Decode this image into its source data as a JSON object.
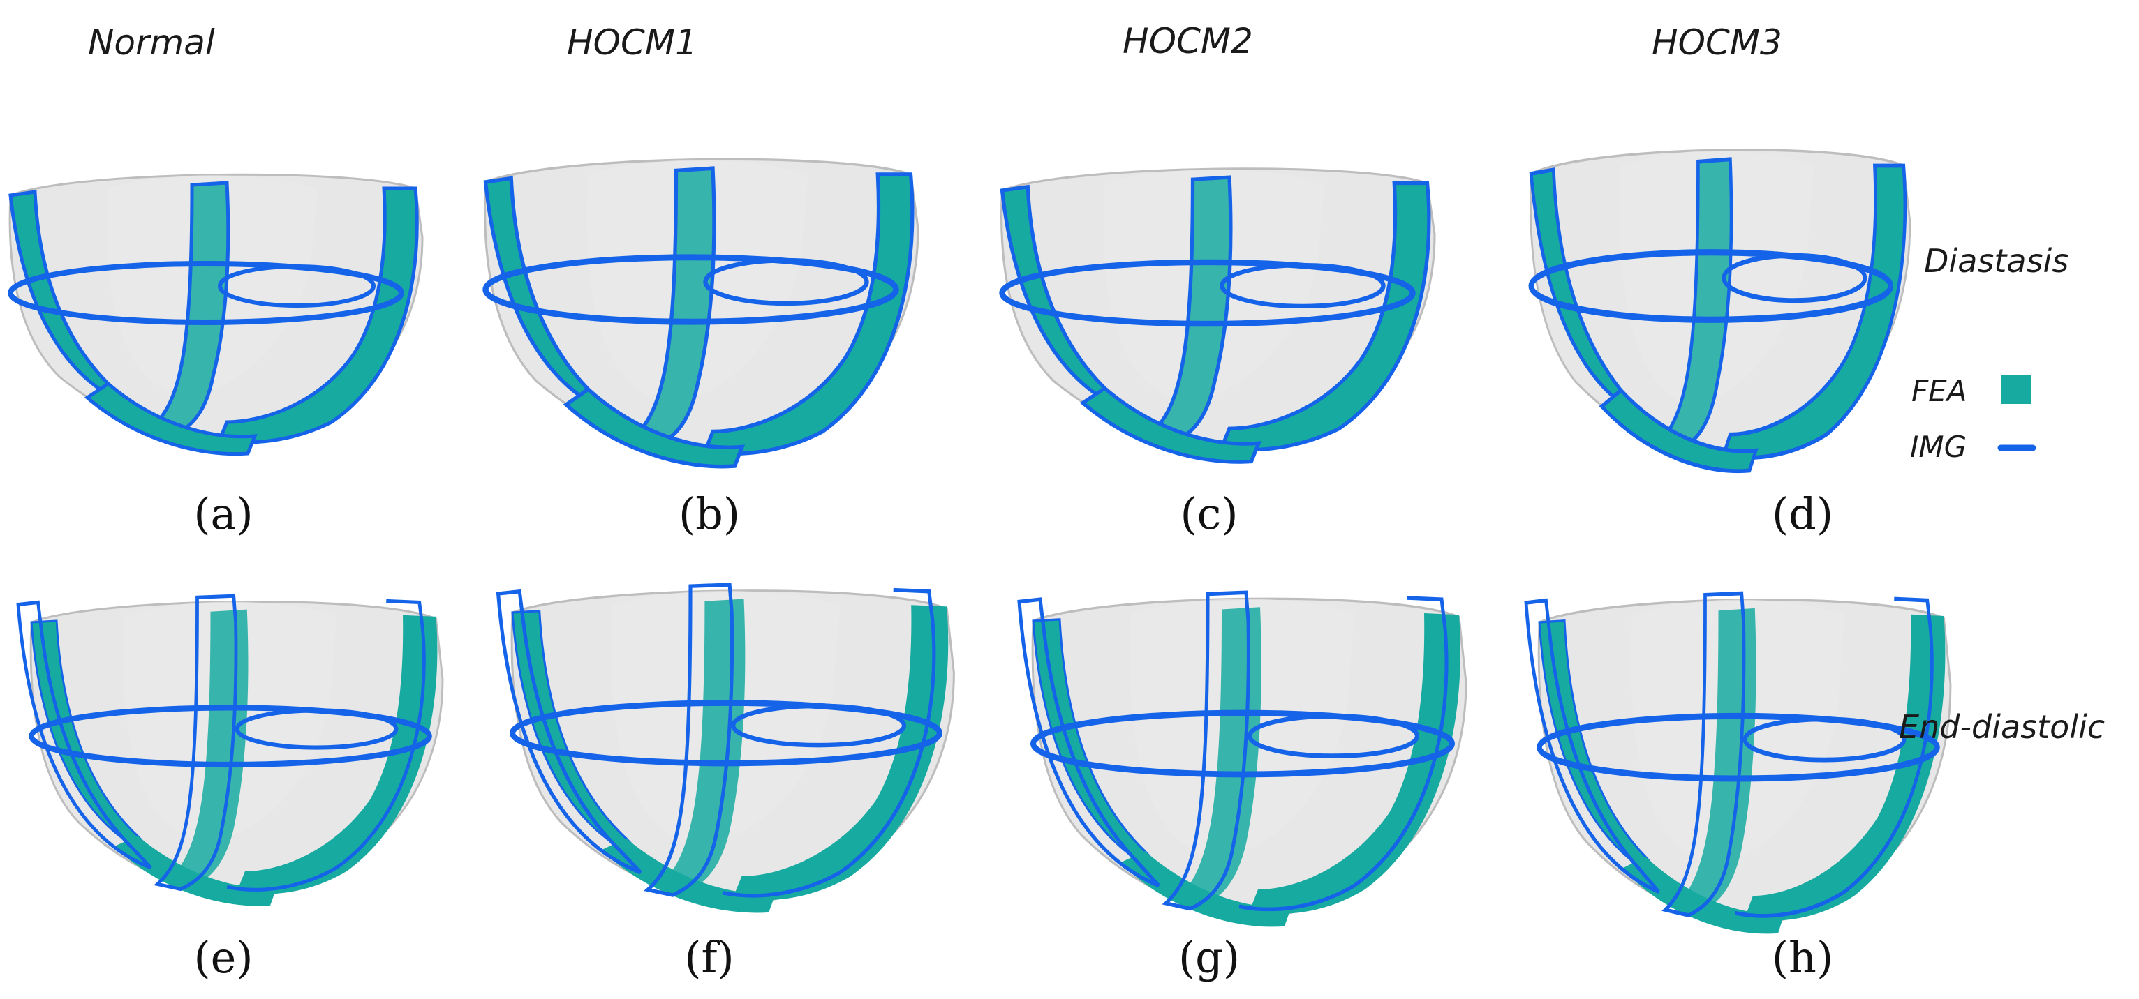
{
  "colors": {
    "fea": "#17aaa0",
    "img": "#1463e8",
    "shell": "#cfcfcf",
    "shell_shadow": "#b8b8b8"
  },
  "columns": [
    {
      "title": "Normal"
    },
    {
      "title": "HOCM1"
    },
    {
      "title": "HOCM2"
    },
    {
      "title": "HOCM3"
    }
  ],
  "rows": [
    {
      "phase": "Diastasis"
    },
    {
      "phase": "End-diastolic"
    }
  ],
  "legend": {
    "fea_label": "FEA",
    "img_label": "IMG"
  },
  "panels": [
    {
      "label": "(a)",
      "row": 0,
      "col": 0
    },
    {
      "label": "(b)",
      "row": 0,
      "col": 1
    },
    {
      "label": "(c)",
      "row": 0,
      "col": 2
    },
    {
      "label": "(d)",
      "row": 0,
      "col": 3
    },
    {
      "label": "(e)",
      "row": 1,
      "col": 0
    },
    {
      "label": "(f)",
      "row": 1,
      "col": 1
    },
    {
      "label": "(g)",
      "row": 1,
      "col": 2
    },
    {
      "label": "(h)",
      "row": 1,
      "col": 3
    }
  ]
}
